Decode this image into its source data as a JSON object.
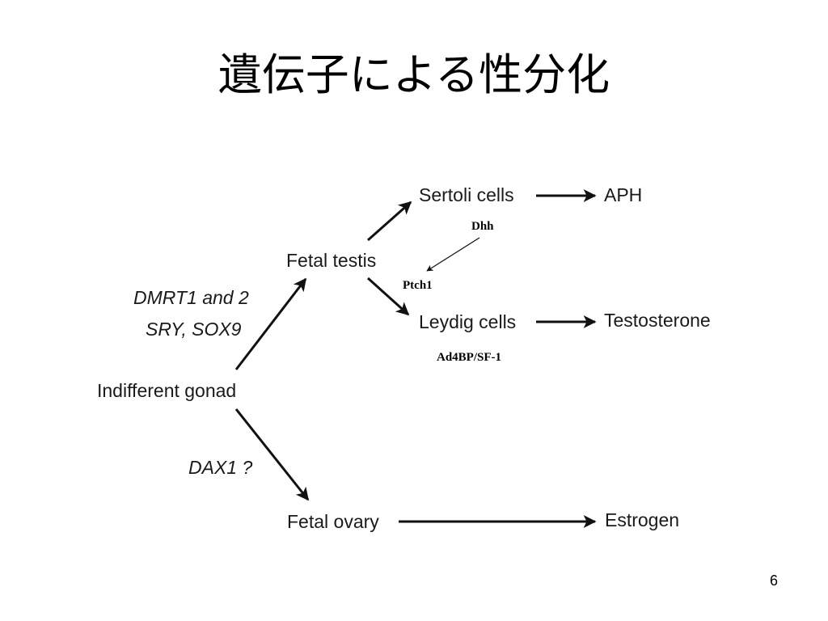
{
  "slide": {
    "title": "遺伝子による性分化",
    "page_number": "6"
  },
  "diagram": {
    "nodes": {
      "indifferent_gonad": "Indifferent gonad",
      "fetal_testis": "Fetal testis",
      "fetal_ovary": "Fetal ovary",
      "sertoli_cells": "Sertoli cells",
      "leydig_cells": "Leydig cells",
      "aph": "APH",
      "testosterone": "Testosterone",
      "estrogen": "Estrogen"
    },
    "labels": {
      "dmrt": "DMRT1 and 2",
      "sry_sox9": "SRY, SOX9",
      "dax1": "DAX1 ?",
      "dhh": "Dhh",
      "ptch1": "Ptch1",
      "ad4bp": "Ad4BP/SF-1"
    }
  }
}
